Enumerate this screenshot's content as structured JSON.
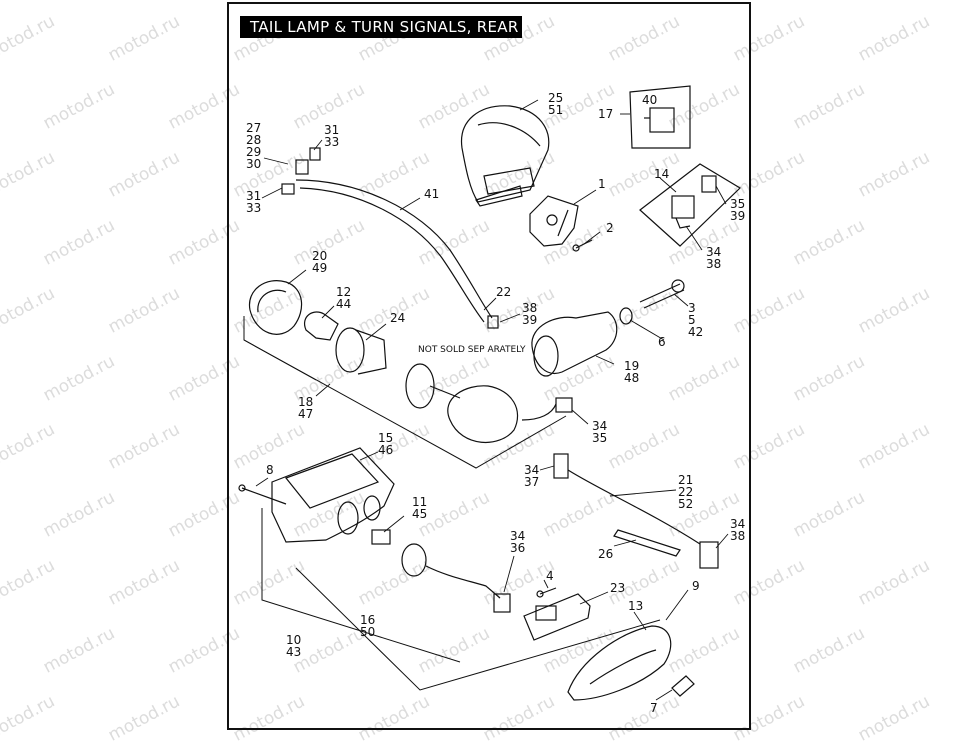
{
  "title": "TAIL LAMP & TURN SIGNALS, REAR",
  "watermark": "motod.ru",
  "note": "NOT SOLD SEP ARATELY",
  "callouts": [
    {
      "id": "c-25-51",
      "lines": [
        "25",
        "51"
      ]
    },
    {
      "id": "c-17",
      "lines": [
        "17"
      ]
    },
    {
      "id": "c-40",
      "lines": [
        "40"
      ]
    },
    {
      "id": "c-1",
      "lines": [
        "1"
      ]
    },
    {
      "id": "c-2",
      "lines": [
        "2"
      ]
    },
    {
      "id": "c-14",
      "lines": [
        "14"
      ]
    },
    {
      "id": "c-35-39",
      "lines": [
        "35",
        "39"
      ]
    },
    {
      "id": "c-34-38-a",
      "lines": [
        "34",
        "38"
      ]
    },
    {
      "id": "c-27-30",
      "lines": [
        "27",
        "28",
        "29",
        "30"
      ]
    },
    {
      "id": "c-31-33-a",
      "lines": [
        "31",
        "33"
      ]
    },
    {
      "id": "c-31-33-b",
      "lines": [
        "31",
        "33"
      ]
    },
    {
      "id": "c-41",
      "lines": [
        "41"
      ]
    },
    {
      "id": "c-20-49",
      "lines": [
        "20",
        "49"
      ]
    },
    {
      "id": "c-12-44",
      "lines": [
        "12",
        "44"
      ]
    },
    {
      "id": "c-24",
      "lines": [
        "24"
      ]
    },
    {
      "id": "c-22",
      "lines": [
        "22"
      ]
    },
    {
      "id": "c-38-39",
      "lines": [
        "38",
        "39"
      ]
    },
    {
      "id": "c-3-5-42",
      "lines": [
        "3",
        "5",
        "42"
      ]
    },
    {
      "id": "c-6",
      "lines": [
        "6"
      ]
    },
    {
      "id": "c-19-48",
      "lines": [
        "19",
        "48"
      ]
    },
    {
      "id": "c-18-47",
      "lines": [
        "18",
        "47"
      ]
    },
    {
      "id": "c-34-35",
      "lines": [
        "34",
        "35"
      ]
    },
    {
      "id": "c-15-46",
      "lines": [
        "15",
        "46"
      ]
    },
    {
      "id": "c-8",
      "lines": [
        "8"
      ]
    },
    {
      "id": "c-34-37",
      "lines": [
        "34",
        "37"
      ]
    },
    {
      "id": "c-21-22-52",
      "lines": [
        "21",
        "22",
        "52"
      ]
    },
    {
      "id": "c-11-45",
      "lines": [
        "11",
        "45"
      ]
    },
    {
      "id": "c-34-38-b",
      "lines": [
        "34",
        "38"
      ]
    },
    {
      "id": "c-34-36",
      "lines": [
        "34",
        "36"
      ]
    },
    {
      "id": "c-26",
      "lines": [
        "26"
      ]
    },
    {
      "id": "c-4",
      "lines": [
        "4"
      ]
    },
    {
      "id": "c-23",
      "lines": [
        "23"
      ]
    },
    {
      "id": "c-9",
      "lines": [
        "9"
      ]
    },
    {
      "id": "c-13",
      "lines": [
        "13"
      ]
    },
    {
      "id": "c-16-50",
      "lines": [
        "16",
        "50"
      ]
    },
    {
      "id": "c-10-43",
      "lines": [
        "10",
        "43"
      ]
    },
    {
      "id": "c-7",
      "lines": [
        "7"
      ]
    }
  ]
}
